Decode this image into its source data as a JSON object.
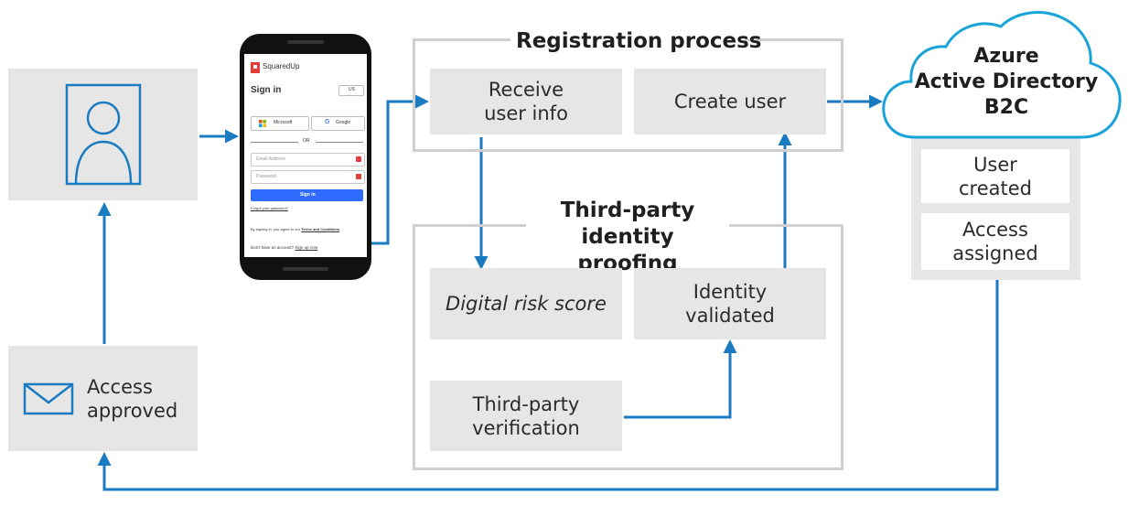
{
  "registration": {
    "title": "Registration process",
    "receive": "Receive\nuser info",
    "create": "Create user"
  },
  "thirdparty": {
    "title": "Third-party\nidentity proofing",
    "risk": "Digital risk score",
    "validated": "Identity\nvalidated",
    "verification": "Third-party\nverification"
  },
  "azure": {
    "title": "Azure\nActive Directory\nB2C",
    "user_created": "User\ncreated",
    "access_assigned": "Access\nassigned"
  },
  "access_approved": "Access\napproved",
  "phone": {
    "brand": "SquaredUp",
    "heading": "Sign in",
    "region": "US",
    "btn_microsoft": "Microsoft",
    "btn_google": "Google",
    "divider": "OR",
    "email_placeholder": "Email Address",
    "password_placeholder": "Password",
    "signin": "Sign in",
    "forgot": "Forgot your password?",
    "terms_prefix": "By signing in, you agree to our",
    "terms_link": "Terms and Conditions",
    "no_account": "Don't have an account?",
    "signup": "Sign up now"
  },
  "colors": {
    "arrow": "#1a7bc0",
    "box": "#e6e6e6",
    "frame": "#d0d0d0",
    "cloud_stroke": "#1aa3d9",
    "accent_red": "#e63b3b",
    "signin_blue": "#2f6bff"
  },
  "icons": [
    "user-icon",
    "envelope-icon",
    "cloud-icon",
    "microsoft-icon",
    "google-icon",
    "squaredup-logo-icon"
  ]
}
